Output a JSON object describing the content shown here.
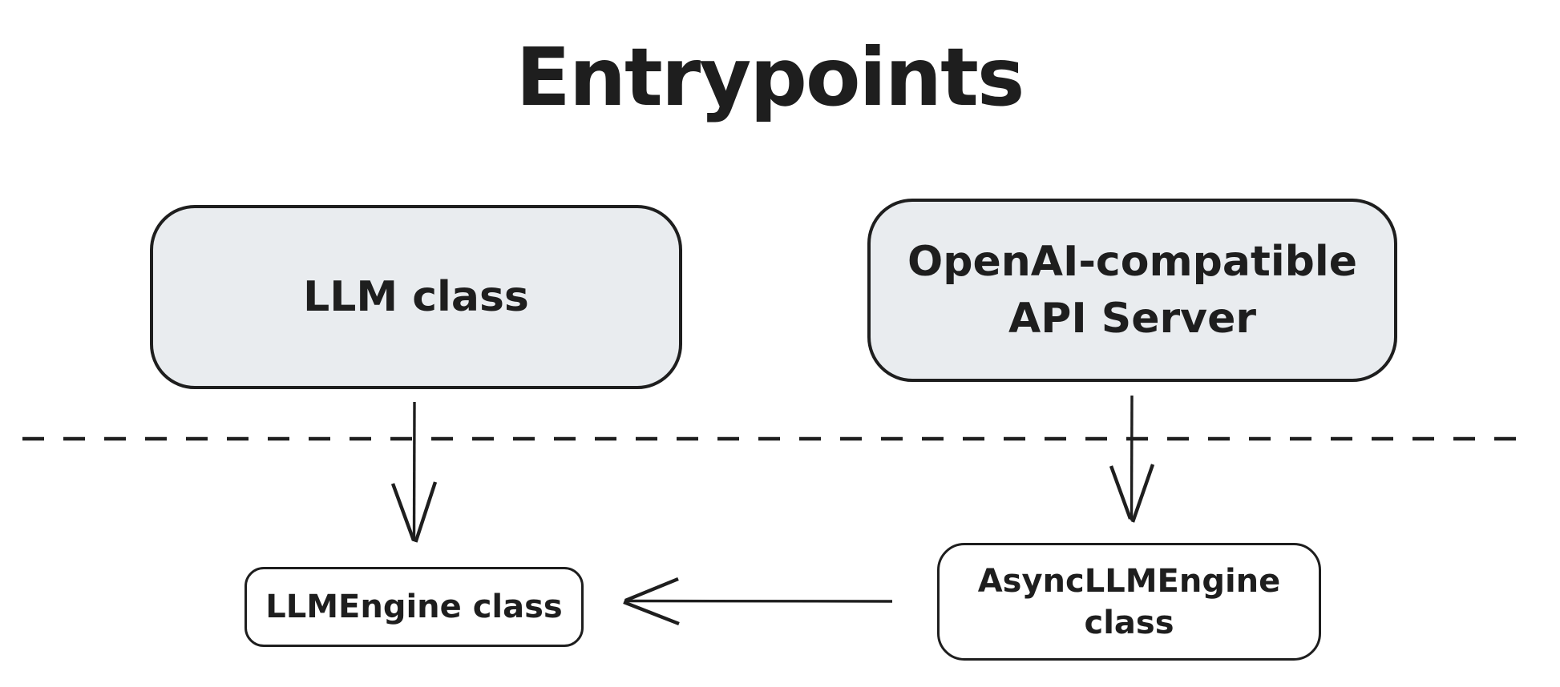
{
  "title": "Entrypoints",
  "colors": {
    "stroke": "#1e1e1e",
    "node_fill_gray": "#e9ecef",
    "node_fill_white": "#ffffff",
    "background": "#ffffff"
  },
  "nodes": {
    "llm": {
      "label": "LLM class"
    },
    "api_server": {
      "label_line1": "OpenAI-compatible",
      "label_line2": "API Server"
    },
    "llm_engine": {
      "label": "LLMEngine class"
    },
    "async_llm_engine": {
      "label_line1": "AsyncLLMEngine",
      "label_line2": "class"
    }
  },
  "edges": [
    {
      "from": "llm",
      "to": "llm_engine",
      "type": "arrow",
      "direction": "down"
    },
    {
      "from": "api_server",
      "to": "async_llm_engine",
      "type": "arrow",
      "direction": "down"
    },
    {
      "from": "async_llm_engine",
      "to": "llm_engine",
      "type": "arrow",
      "direction": "left"
    }
  ],
  "divider": {
    "type": "dashed-horizontal-line"
  }
}
